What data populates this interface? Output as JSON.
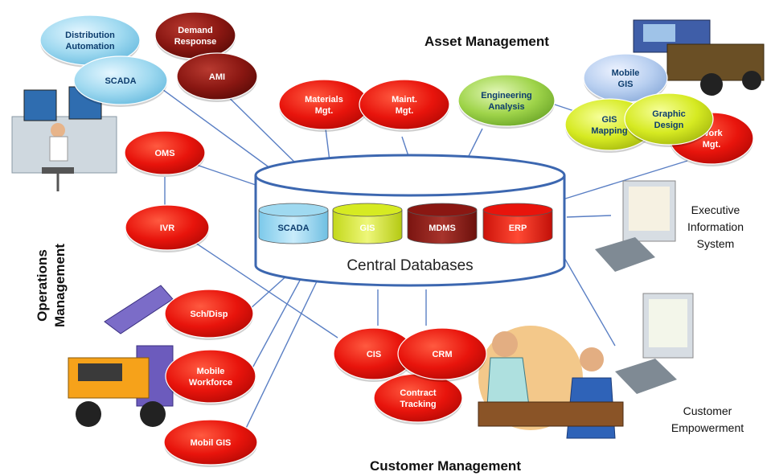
{
  "colors": {
    "red": "#e8140c",
    "red_text": "#ffffff",
    "darkred": "#8a1712",
    "cyan": "#9fd9f0",
    "blue_text": "#0d3d6e",
    "lightblue": "#b8cff0",
    "yellowgreen": "#d6ea22",
    "green": "#9fd44a",
    "line": "#5a7fc4",
    "db_outline": "#3c67b0"
  },
  "sections": {
    "asset": "Asset Management",
    "customer": "Customer Management",
    "operations_line1": "Operations",
    "operations_line2": "Management"
  },
  "central": {
    "label": "Central Databases",
    "dbs": [
      {
        "label": "SCADA",
        "color": "cyan",
        "text": "blue_text"
      },
      {
        "label": "GIS",
        "color": "yellowgreen",
        "text": "red_text"
      },
      {
        "label": "MDMS",
        "color": "darkred",
        "text": "red_text"
      },
      {
        "label": "ERP",
        "color": "red",
        "text": "red_text"
      }
    ]
  },
  "systems": [
    {
      "lines": [
        "Distribution",
        "Automation"
      ],
      "color": "cyan",
      "text": "blue_text"
    },
    {
      "lines": [
        "SCADA"
      ],
      "color": "cyan",
      "text": "blue_text"
    },
    {
      "lines": [
        "Demand",
        "Response"
      ],
      "color": "darkred",
      "text": "red_text"
    },
    {
      "lines": [
        "AMI"
      ],
      "color": "darkred",
      "text": "red_text"
    },
    {
      "lines": [
        "OMS"
      ],
      "color": "red",
      "text": "red_text"
    },
    {
      "lines": [
        "IVR"
      ],
      "color": "red",
      "text": "red_text"
    },
    {
      "lines": [
        "Materials",
        "Mgt."
      ],
      "color": "red",
      "text": "red_text"
    },
    {
      "lines": [
        "Maint.",
        "Mgt."
      ],
      "color": "red",
      "text": "red_text"
    },
    {
      "lines": [
        "Engineering",
        "Analysis"
      ],
      "color": "green",
      "text": "blue_text"
    },
    {
      "lines": [
        "Work",
        "Mgt."
      ],
      "color": "red",
      "text": "red_text"
    },
    {
      "lines": [
        "Mobile",
        "GIS"
      ],
      "color": "lightblue",
      "text": "blue_text"
    },
    {
      "lines": [
        "GIS",
        "Mapping"
      ],
      "color": "yellowgreen",
      "text": "blue_text"
    },
    {
      "lines": [
        "Graphic",
        "Design"
      ],
      "color": "yellowgreen",
      "text": "blue_text"
    },
    {
      "lines": [
        "Sch/Disp"
      ],
      "color": "red",
      "text": "red_text"
    },
    {
      "lines": [
        "Mobile",
        "Workforce"
      ],
      "color": "red",
      "text": "red_text"
    },
    {
      "lines": [
        "Mobil GIS"
      ],
      "color": "red",
      "text": "red_text"
    },
    {
      "lines": [
        "CIS"
      ],
      "color": "red",
      "text": "red_text"
    },
    {
      "lines": [
        "Contract",
        "Tracking"
      ],
      "color": "red",
      "text": "red_text"
    },
    {
      "lines": [
        "CRM"
      ],
      "color": "red",
      "text": "red_text"
    }
  ],
  "side_labels": {
    "exec_line1": "Executive",
    "exec_line2": "Information",
    "exec_line3": "System",
    "cust_line1": "Customer",
    "cust_line2": "Empowerment"
  },
  "clipart": [
    "operator-workstation-icon",
    "pickup-truck-icon",
    "bucket-truck-icon",
    "computer-monitor-icon",
    "customer-service-desk-icon"
  ]
}
